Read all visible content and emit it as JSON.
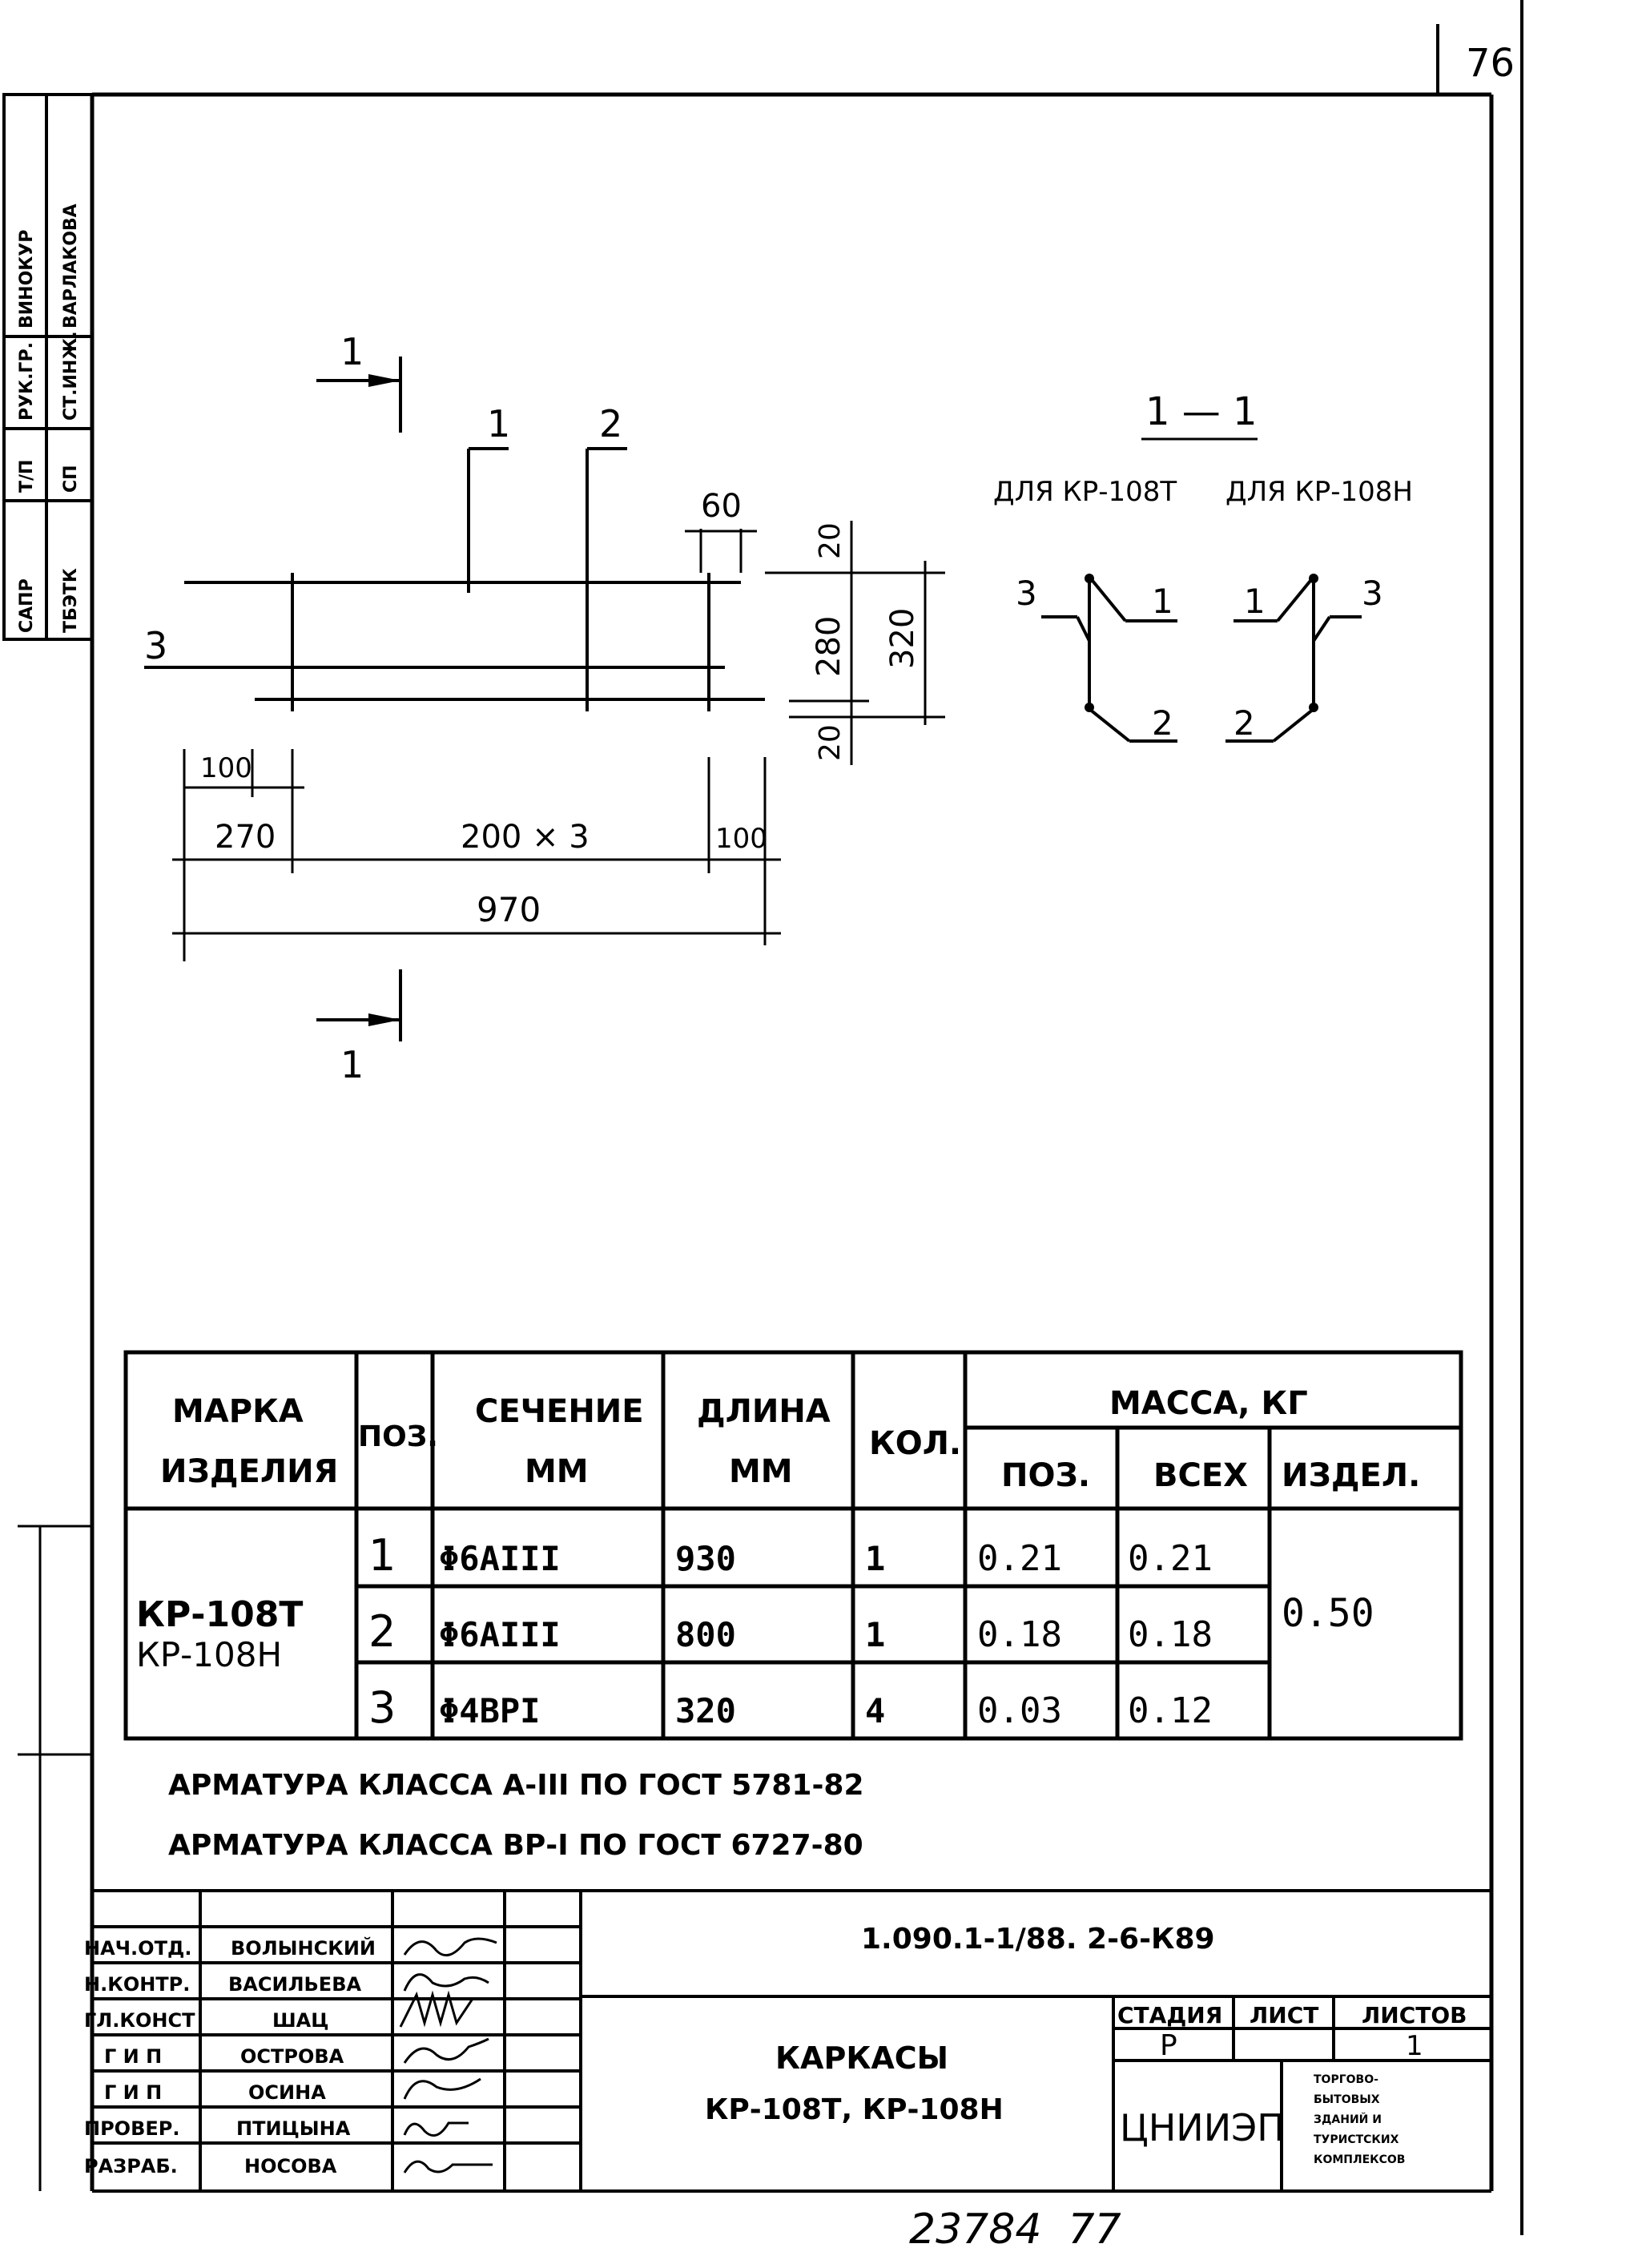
{
  "sheet_number_top": "76",
  "left_stamp": {
    "rows": [
      [
        "ВИНОКУР",
        "ВАРЛАКОВА"
      ],
      [
        "РУК.ГР.",
        "СТ.ИНЖ."
      ],
      [
        "Т/П",
        "СП"
      ],
      [
        "САПР",
        "ТБЭТК"
      ]
    ]
  },
  "drawing": {
    "section_mark": "1",
    "pos1": "1",
    "pos2": "2",
    "pos3": "3",
    "dim_60": "60",
    "dim_20_top": "20",
    "dim_280": "280",
    "dim_320": "320",
    "dim_20_bottom": "20",
    "dim_100_left": "100",
    "dim_270": "270",
    "dim_200x3": "200 × 3",
    "dim_100_right": "100",
    "dim_970": "970"
  },
  "section": {
    "title": "1 — 1",
    "for_t": "ДЛЯ КР-108Т",
    "for_h": "ДЛЯ КР-108Н",
    "left_labels": [
      "3",
      "1",
      "2"
    ],
    "right_labels": [
      "1",
      "3",
      "2"
    ]
  },
  "spec_table": {
    "headers": {
      "mark": "МАРКА ИЗДЕЛИЯ",
      "mark_l1": "МАРКА",
      "mark_l2": "ИЗДЕЛИЯ",
      "pos": "ПОЗ.",
      "section_l1": "СЕЧЕНИЕ",
      "section_l2": "ММ",
      "length_l1": "ДЛИНА",
      "length_l2": "ММ",
      "qty": "КОЛ.",
      "mass": "МАССА, КГ",
      "mass_pos": "ПОЗ.",
      "mass_all": "ВСЕХ",
      "mass_item": "ИЗДЕЛ."
    },
    "mark_1": "КР-108Т",
    "mark_2": "КР-108Н",
    "item_mass": "0.50",
    "rows": [
      {
        "pos": "1",
        "section": "Φ6AIII",
        "length": "930",
        "qty": "1",
        "mass_pos": "0.21",
        "mass_all": "0.21"
      },
      {
        "pos": "2",
        "section": "Φ6AIII",
        "length": "800",
        "qty": "1",
        "mass_pos": "0.18",
        "mass_all": "0.18"
      },
      {
        "pos": "3",
        "section": "Φ4BPI",
        "length": "320",
        "qty": "4",
        "mass_pos": "0.03",
        "mass_all": "0.12"
      }
    ]
  },
  "notes": [
    "АРМАТУРА КЛАССА А-III ПО ГОСТ 5781-82",
    "АРМАТУРА КЛАССА ВР-I ПО ГОСТ 6727-80"
  ],
  "title_block": {
    "doc_code": "1.090.1-1/88. 2-6-К89",
    "title_l1": "КАРКАСЫ",
    "title_l2": "КР-108Т, КР-108Н",
    "stage_label": "СТАДИЯ",
    "sheet_label": "ЛИСТ",
    "sheets_label": "ЛИСТОВ",
    "stage": "Р",
    "sheet": "",
    "sheets": "1",
    "org": "ЦНИИЭП",
    "org_note": "ТОРГОВО-БЫТОВЫХ ЗДАНИЙ И ТУРИСТСКИХ КОМПЛЕКСОВ",
    "org_note_l1": "ТОРГОВО-",
    "org_note_l2": "БЫТОВЫХ",
    "org_note_l3": "ЗДАНИЙ И",
    "org_note_l4": "ТУРИСТСКИХ",
    "org_note_l5": "КОМПЛЕКСОВ",
    "signers": [
      {
        "role": "НАЧ.ОТД.",
        "name": "ВОЛЫНСКИЙ"
      },
      {
        "role": "Н.КОНТР.",
        "name": "ВАСИЛЬЕВА"
      },
      {
        "role": "ГЛ.КОНСТ",
        "name": "ШАЦ"
      },
      {
        "role": "Г И П",
        "name": "ОСТРОВА"
      },
      {
        "role": "Г И П",
        "name": "ОСИНА"
      },
      {
        "role": "ПРОВЕР.",
        "name": "ПТИЦЫНА"
      },
      {
        "role": "РАЗРАБ.",
        "name": "НОСОВА"
      }
    ]
  },
  "bottom_number": "23784  77"
}
